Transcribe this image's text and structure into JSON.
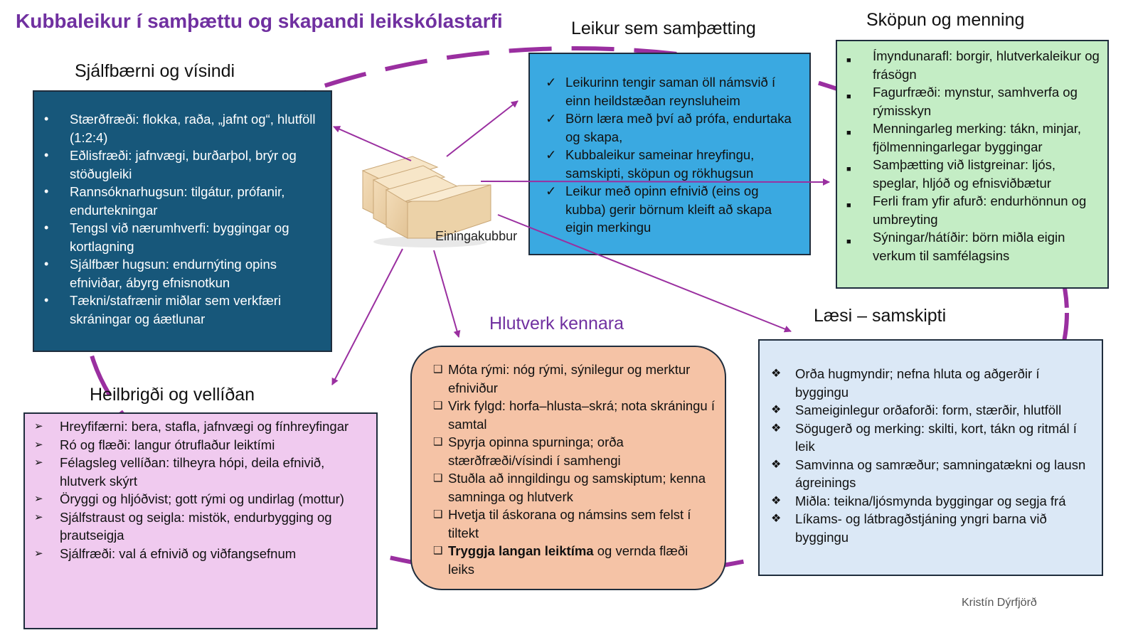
{
  "title": "Kubbaleikur í samþættu og skapandi leikskólastarfi",
  "center_label": "Einingakubbur",
  "author": "Kristín Dýrfjörð",
  "colors": {
    "accent": "#7030a0",
    "arrow": "#9a2fa0",
    "science_box": "#17577a",
    "play_box": "#3aa9e1",
    "culture_box": "#c4edc5",
    "health_box": "#f0caef",
    "teacher_box": "#f5c3a6",
    "literacy_box": "#dbe8f6"
  },
  "sections": {
    "science": {
      "heading": "Sjálfbærni og vísindi",
      "bullet": "•",
      "items": [
        "Stærðfræði: flokka, raða, „jafnt og“, hlutföll (1:2:4)",
        "Eðlisfræði: jafnvægi, burðarþol, brýr og stöðugleiki",
        "Rannsóknarhugsun: tilgátur, prófanir, endurtekningar",
        "Tengsl við nærumhverfi: byggingar og kortlagning",
        "Sjálfbær hugsun: endurnýting opins efniviðar, ábyrg efnisnotkun",
        "Tækni/stafrænir miðlar sem verkfæri skráningar og áætlunar"
      ]
    },
    "play": {
      "heading": "Leikur sem samþætting",
      "bullet": "✓",
      "items": [
        "Leikurinn tengir saman öll námsvið í einn heildstæðan reynsluheim",
        "Börn læra með því að prófa, endurtaka og skapa,",
        "Kubbaleikur sameinar hreyfingu, samskipti, sköpun og rökhugsun",
        "Leikur með opinn efnivið (eins og kubba) gerir börnum kleift að skapa eigin merkingu"
      ]
    },
    "culture": {
      "heading": "Sköpun og menning",
      "bullet": "■",
      "items": [
        "Ímyndunarafl: borgir, hlutverkaleikur og frásögn",
        "Fagurfræði: mynstur, samhverfa og rýmisskyn",
        "Menningarleg merking: tákn, minjar, fjölmenningarlegar byggingar",
        "Samþætting við listgreinar: ljós, speglar, hljóð og efnisviðbætur",
        "Ferli fram yfir afurð: endurhönnun og umbreyting",
        "Sýningar/hátíðir: börn miðla eigin verkum til samfélagsins"
      ]
    },
    "health": {
      "heading": "Heilbrigði og vellíðan",
      "bullet": "➢",
      "items": [
        "Hreyfifærni: bera, stafla, jafnvægi og fínhreyfingar",
        "Ró og flæði: langur ótruflaður leiktími",
        "Félagsleg vellíðan: tilheyra hópi, deila efnivið, hlutverk skýrt",
        "Öryggi og hljóðvist; gott rými og undirlag (mottur)",
        "Sjálfstraust og seigla: mistök, endurbygging og þrautseigja",
        "Sjálfræði: val á efnivið og viðfangsefnum"
      ]
    },
    "teacher": {
      "heading": "Hlutverk kennara",
      "bullet": "❑",
      "items": [
        "Móta rými: nóg rými, sýnilegur og merktur efniviður",
        "Virk fylgd: horfa–hlusta–skrá; nota skráningu í samtal",
        "Spyrja opinna spurninga; orða stærðfræði/vísindi í samhengi",
        "Stuðla að inngildingu og samskiptum; kenna samninga og hlutverk",
        "Hvetja til áskorana og námsins sem felst í tiltekt"
      ],
      "last_bold": "Tryggja langan leiktíma",
      "last_rest": " og vernda flæði leiks"
    },
    "literacy": {
      "heading": "Læsi – samskipti",
      "bullet": "❖",
      "items": [
        "Orða hugmyndir; nefna hluta og aðgerðir í byggingu",
        "Sameiginlegur orðaforði: form, stærðir, hlutföll",
        "Sögugerð og merking: skilti, kort, tákn og ritmál í leik",
        "Samvinna og samræður; samningatækni og lausn ágreinings",
        "Miðla: teikna/ljósmynda byggingar og segja frá",
        "Líkams- og látbragðstjáning yngri barna við byggingu"
      ]
    }
  }
}
